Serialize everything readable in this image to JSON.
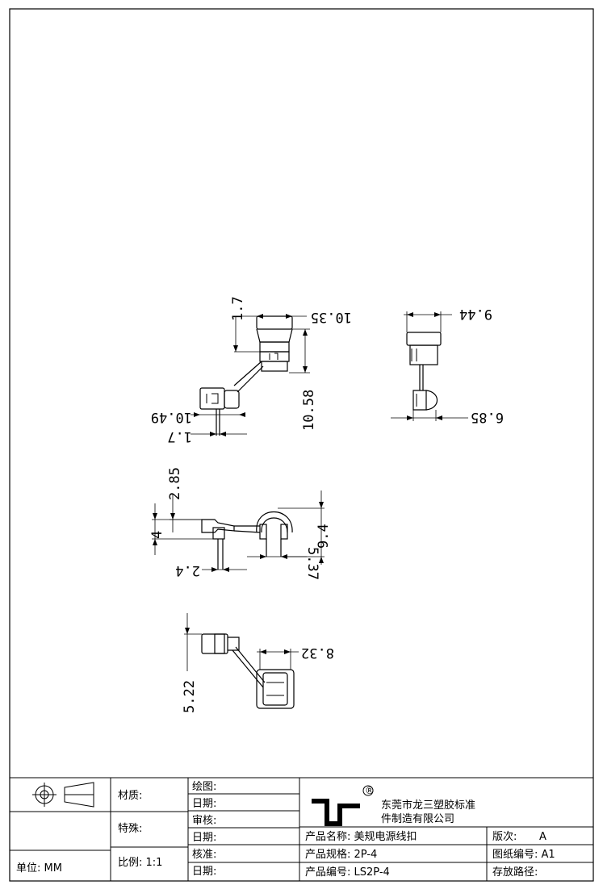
{
  "dimensions": {
    "d1": "1.7",
    "d2": "10.35",
    "d3": "10.58",
    "d4": "10.49",
    "d5": "1.7",
    "d6": "9.44",
    "d7": "6.85",
    "d8": "2.85",
    "d9": "4",
    "d10": "9.4",
    "d11": "2.4",
    "d12": "5.37",
    "d13": "8.32",
    "d14": "5.22"
  },
  "title_block": {
    "material_label": "材质:",
    "special_label": "特殊:",
    "unit_label": "单位: MM",
    "scale_label": "比例: 1:1",
    "drawn_label": "绘图:",
    "date_label_1": "日期:",
    "review_label": "审核:",
    "date_label_2": "日期:",
    "approve_label": "核准:",
    "date_label_3": "日期:",
    "company_line1": "东莞市龙三塑胶标准",
    "company_line2": "件制造有限公司",
    "registered_mark": "®",
    "product_name": "产品名称: 美规电源线扣",
    "product_spec": "产品规格: 2P-4",
    "product_no": "产品编号: LS2P-4",
    "version_label": "版次:",
    "version_value": "A",
    "sheet_no": "图纸编号: A1",
    "storage_path": "存放路径:"
  }
}
